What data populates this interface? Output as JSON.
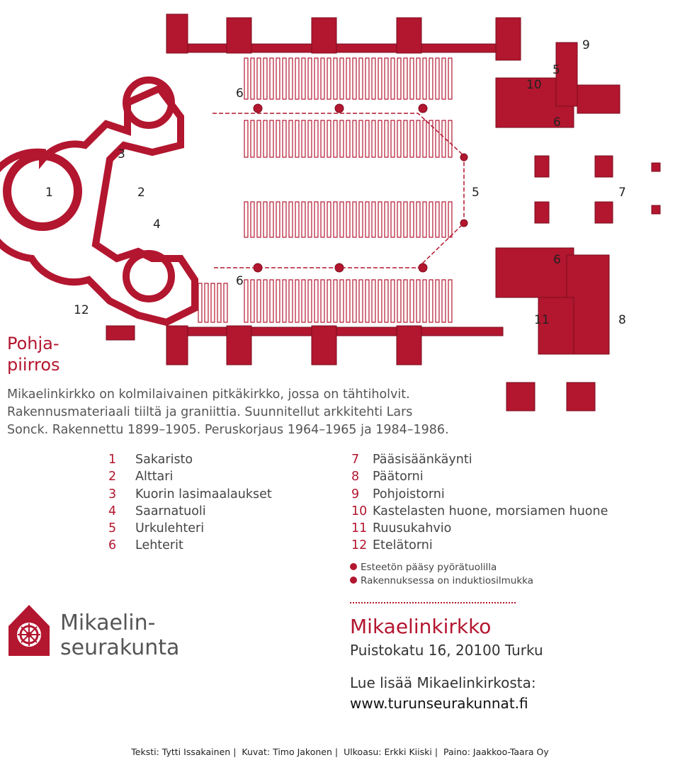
{
  "colors": {
    "accent": "#b3162f",
    "wall": "#b3162f",
    "text": "#333333"
  },
  "map": {
    "labels": [
      {
        "id": "l1",
        "text": "1"
      },
      {
        "id": "l2",
        "text": "2"
      },
      {
        "id": "l3",
        "text": "3"
      },
      {
        "id": "l4",
        "text": "4"
      },
      {
        "id": "l5a",
        "text": "5"
      },
      {
        "id": "l5b",
        "text": "5"
      },
      {
        "id": "l6a",
        "text": "6"
      },
      {
        "id": "l6b",
        "text": "6"
      },
      {
        "id": "l6c",
        "text": "6"
      },
      {
        "id": "l6d",
        "text": "6"
      },
      {
        "id": "l7",
        "text": "7"
      },
      {
        "id": "l8",
        "text": "8"
      },
      {
        "id": "l9",
        "text": "9"
      },
      {
        "id": "l10",
        "text": "10"
      },
      {
        "id": "l11",
        "text": "11"
      },
      {
        "id": "l12",
        "text": "12"
      }
    ]
  },
  "title": {
    "line1": "Pohja-",
    "line2": "piirros"
  },
  "description": {
    "line1": "Mikaelinkirkko on kolmilaivainen pitkäkirkko, jossa on tähtiholvit.",
    "line2": "Rakennusmateriaali tiiltä ja graniittia. Suunnitellut arkkitehti Lars",
    "line3": "Sonck. Rakennettu 1899–1905. Peruskorjaus 1964–1965 ja 1984–1986."
  },
  "legend": {
    "left": [
      {
        "num": "1",
        "label": "Sakaristo"
      },
      {
        "num": "2",
        "label": "Alttari"
      },
      {
        "num": "3",
        "label": "Kuorin lasimaalaukset"
      },
      {
        "num": "4",
        "label": "Saarnatuoli"
      },
      {
        "num": "5",
        "label": "Urkulehteri"
      },
      {
        "num": "6",
        "label": "Lehterit"
      }
    ],
    "right": [
      {
        "num": "7",
        "label": "Pääsisäänkäynti"
      },
      {
        "num": "8",
        "label": "Päätorni"
      },
      {
        "num": "9",
        "label": "Pohjoistorni"
      },
      {
        "num": "10",
        "label": "Kastelasten huone, morsiamen huone"
      },
      {
        "num": "11",
        "label": "Ruusukahvio"
      },
      {
        "num": "12",
        "label": "Etelätorni"
      }
    ]
  },
  "accessibility": {
    "wheelchair": "Esteetön pääsy pyörätuolilla",
    "induction": "Rakennuksessa on induktiosilmukka"
  },
  "logo": {
    "line1": "Mikaelin-",
    "line2": "seurakunta"
  },
  "church": {
    "name": "Mikaelinkirkko",
    "address": "Puistokatu 16, 20100 Turku",
    "more": "Lue lisää Mikaelinkirkosta:",
    "url": "www.turunseurakunnat.fi"
  },
  "footer": {
    "text_label": "Teksti:",
    "text_value": "Tytti Issakainen",
    "photo_label": "Kuvat:",
    "photo_value": "Timo Jakonen",
    "layout_label": "Ulkoasu:",
    "layout_value": "Erkki Kiiski",
    "print_label": "Paino:",
    "print_value": "Jaakkoo-Taara Oy"
  }
}
